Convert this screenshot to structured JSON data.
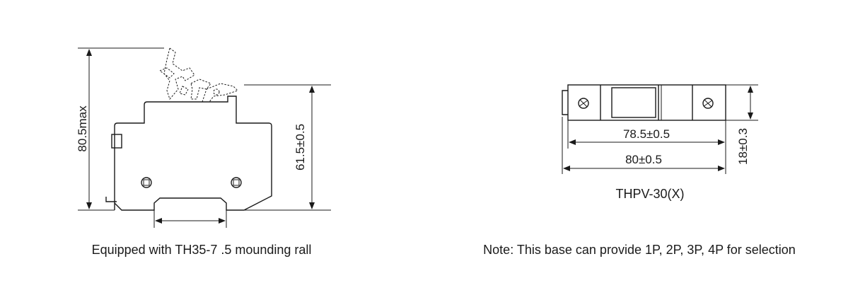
{
  "left_view": {
    "height_max": "80.5max",
    "height_body": "61.5±0.5",
    "caption": "Equipped with TH35-7 .5 mounding rall"
  },
  "right_view": {
    "length_inner": "78.5±0.5",
    "length_outer": "80±0.5",
    "width": "18±0.3",
    "model": "THPV-30(X)",
    "caption": "Note: This base can provide 1P, 2P, 3P, 4P for selection"
  },
  "colors": {
    "line": "#1a1a1a",
    "background": "#ffffff"
  }
}
